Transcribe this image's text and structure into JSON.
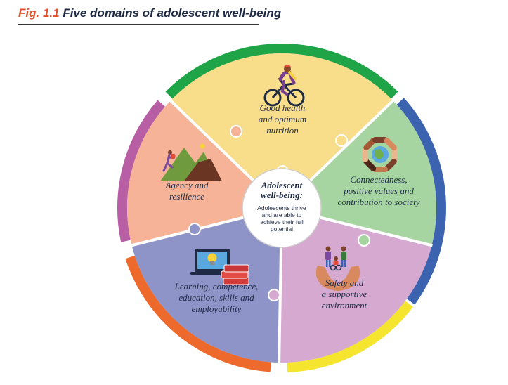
{
  "figure": {
    "number": "Fig. 1.1",
    "title": "Five domains of adolescent well-being"
  },
  "center": {
    "title_lines": [
      "Adolescent",
      "well-being:"
    ],
    "body_lines": [
      "Adolescents thrive",
      "and are able to",
      "achieve their full",
      "potential"
    ]
  },
  "domains": [
    {
      "id": "health",
      "label_lines": [
        "Good health",
        "and optimum",
        "nutrition"
      ],
      "fill": "#f8dd8a",
      "ring": "#1fa447",
      "icon": "cyclist-icon"
    },
    {
      "id": "connectedness",
      "label_lines": [
        "Connectedness,",
        "positive values and",
        "contribution to society"
      ],
      "fill": "#a6d5a2",
      "ring": "#3b63b0",
      "icon": "joined-hands-globe-icon"
    },
    {
      "id": "safety",
      "label_lines": [
        "Safety and",
        "a supportive",
        "environment"
      ],
      "fill": "#d6a9d1",
      "ring": "#f5e52e",
      "icon": "hands-holding-family-icon"
    },
    {
      "id": "learning",
      "label_lines": [
        "Learning, competence,",
        "education, skills and",
        "employability"
      ],
      "fill": "#8f94c8",
      "ring": "#ee6a2c",
      "icon": "laptop-lightbulb-books-icon"
    },
    {
      "id": "agency",
      "label_lines": [
        "Agency and",
        "resilience"
      ],
      "fill": "#f6b397",
      "ring": "#b85ea5",
      "icon": "mountain-climber-icon"
    }
  ],
  "colors": {
    "title_number": "#e0512d",
    "title_text": "#1f2a44",
    "label_text": "#1f2a44",
    "center_fill": "#ffffff"
  }
}
